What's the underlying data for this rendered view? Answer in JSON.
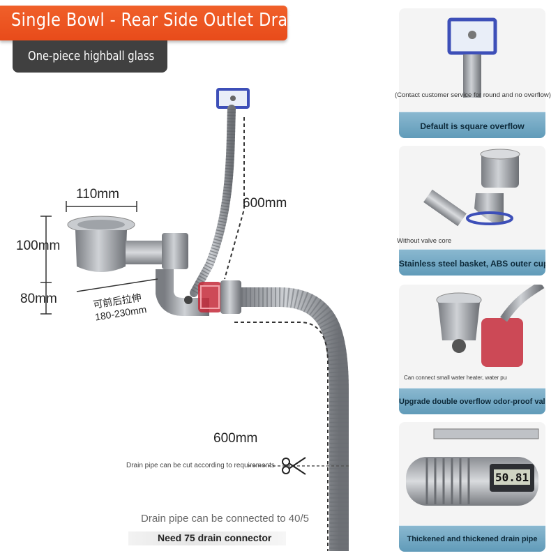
{
  "header": {
    "title": "Single Bowl - Rear Side Outlet Drain",
    "subtitle": "One-piece highball glass"
  },
  "dimensions": {
    "width_110": "110mm",
    "height_100": "100mm",
    "height_80": "80mm",
    "hose_top": "600mm",
    "pipe_bottom": "600mm",
    "extension_cn": "可前后拉伸",
    "extension_range": "180-230mm"
  },
  "notes": {
    "cut_note": "Drain pipe can be cut according to requirements",
    "connect_note": "Drain pipe can be connected to 40/5",
    "connector_label": "Need 75 drain connector"
  },
  "panels": [
    {
      "caption": "Default is square overflow",
      "note": "(Contact customer service for round and no overflow)"
    },
    {
      "caption": "Stainless steel basket, ABS outer cup",
      "note": "Without valve core"
    },
    {
      "caption": "Upgrade double overflow odor-proof valve core",
      "note": "Can connect small water heater, water purifier"
    },
    {
      "caption": "Thickened and thickened drain pipe",
      "note": "",
      "readout": "50.81"
    }
  ],
  "colors": {
    "accent_orange": "#e84b1a",
    "subtitle_gray": "#404040",
    "caption_blue": "#6fa6c2",
    "overflow_blue": "#3d4fb8",
    "valve_red": "#c42a3a"
  }
}
